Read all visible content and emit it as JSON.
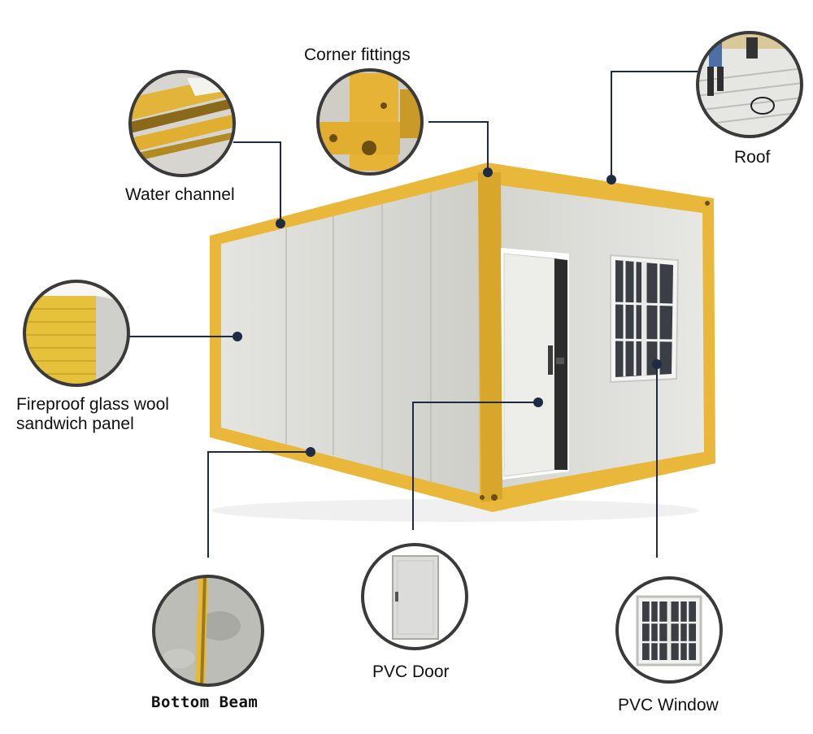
{
  "labels": {
    "corner_fittings": "Corner fittings",
    "water_channel": "Water channel",
    "roof": "Roof",
    "fireproof_panel_line1": "Fireproof glass wool",
    "fireproof_panel_line2": "sandwich panel",
    "bottom_beam": "Bottom Beam",
    "pvc_door": "PVC Door",
    "pvc_window": "PVC Window"
  },
  "colors": {
    "frame_yellow": "#E9B83A",
    "panel_grey": "#D9D9D4",
    "leader_line": "#1F2A44",
    "callout_border": "#3A3A3A",
    "background": "#FFFFFF"
  }
}
